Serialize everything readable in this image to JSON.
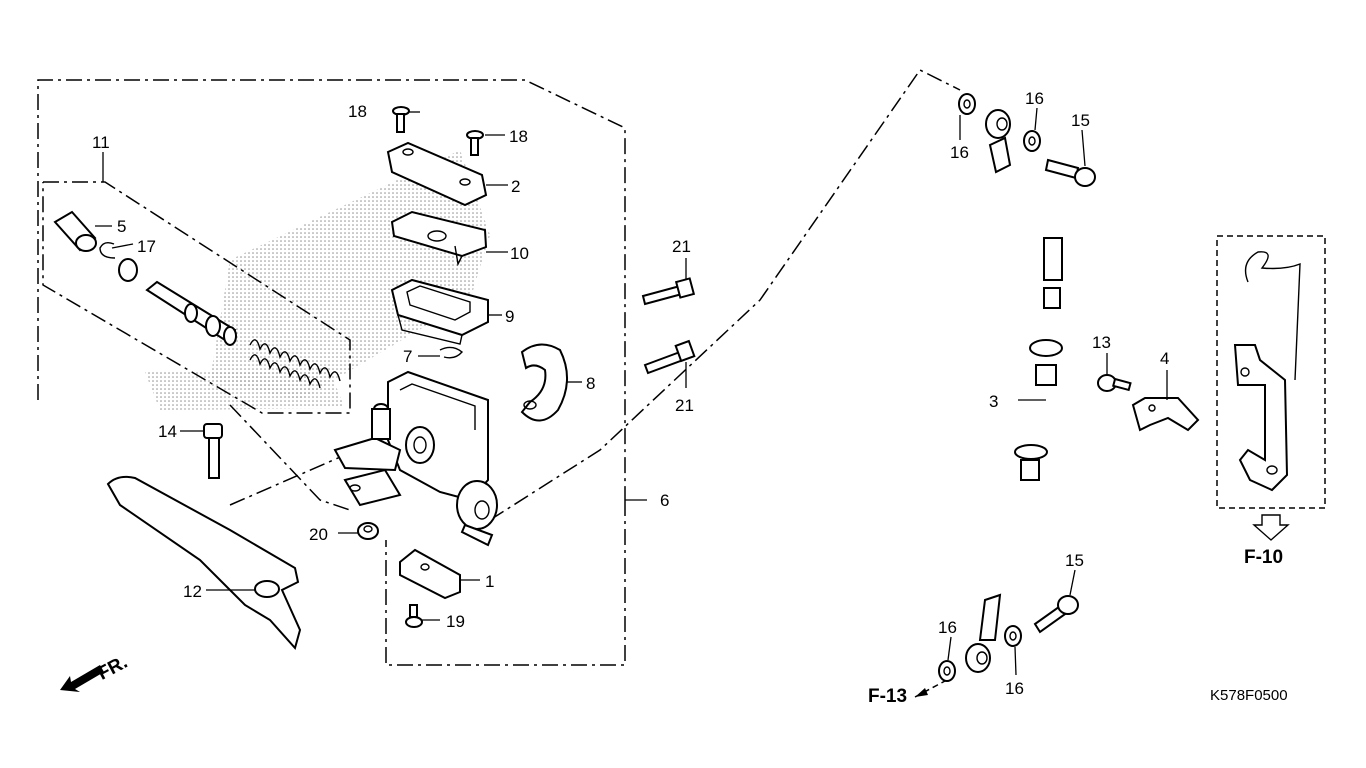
{
  "diagram": {
    "callouts": [
      "1",
      "2",
      "3",
      "4",
      "5",
      "6",
      "7",
      "8",
      "9",
      "10",
      "11",
      "12",
      "13",
      "14",
      "15",
      "15",
      "16",
      "16",
      "16",
      "16",
      "17",
      "18",
      "18",
      "19",
      "20",
      "21",
      "21"
    ],
    "refs": {
      "f10": "F-10",
      "f13": "F-13"
    },
    "front_indicator": "FR.",
    "drawing_code": "K578F0500"
  },
  "colors": {
    "line": "#000000",
    "background": "#ffffff",
    "stipple": "#9a9a9a"
  }
}
